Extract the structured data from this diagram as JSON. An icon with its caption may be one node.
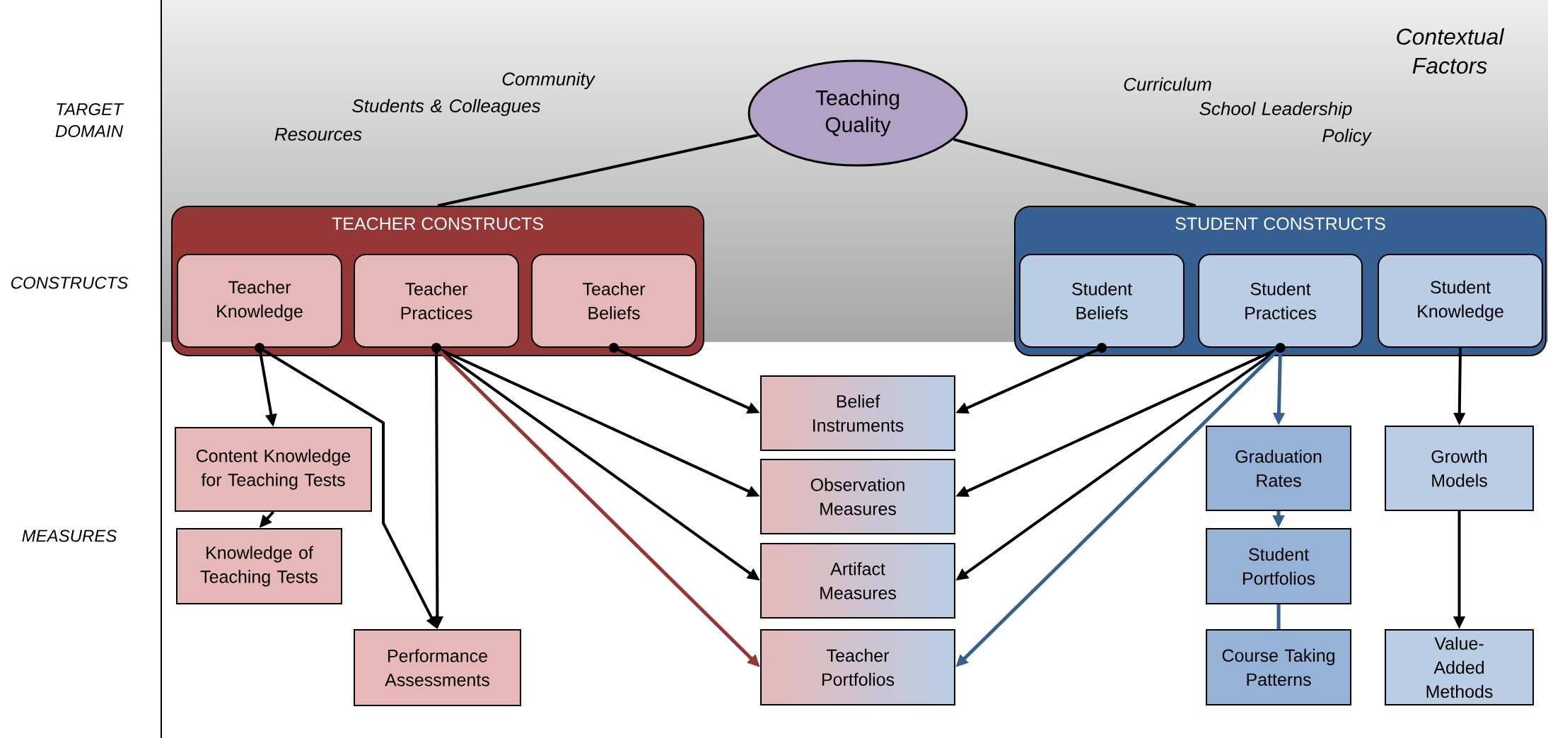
{
  "diagram": {
    "nodes": [
      {
        "text": [
          "Teaching Quality"
        ]
      },
      {
        "text": [
          "TEACHER CONSTRUCTS"
        ]
      },
      {
        "text": [
          "Teacher Knowledge"
        ],
        "in": 1
      },
      {
        "text": [
          "Teacher Practices"
        ],
        "in": 1
      },
      {
        "text": [
          "Teacher Beliefs"
        ],
        "in": 1
      },
      {
        "text": [
          "STUDENT CONSTRUCTS"
        ]
      },
      {
        "text": [
          "Student Beliefs"
        ],
        "in": 5
      },
      {
        "text": [
          "Student Practices"
        ],
        "in": 5
      },
      {
        "text": [
          "Student Knowledge"
        ],
        "in": 5
      },
      {
        "text": [
          "Content Knowledge for Teaching Tests"
        ]
      },
      {
        "text": [
          "Knowledge of Teaching Tests"
        ]
      },
      {
        "text": [
          "Performance Assessments"
        ]
      },
      {
        "text": [
          "Belief Instruments"
        ]
      },
      {
        "text": [
          "Observation Measures"
        ]
      },
      {
        "text": [
          "Artifact Measures"
        ]
      },
      {
        "text": [
          "Teacher Portfolios"
        ]
      },
      {
        "text": [
          "Graduation Rates"
        ]
      },
      {
        "text": [
          "Student Portfolios"
        ]
      },
      {
        "text": [
          "Course Taking Patterns"
        ]
      },
      {
        "text": [
          "Growth Models"
        ]
      },
      {
        "text": [
          "Value-Added Methods"
        ]
      }
    ],
    "edges": [
      {
        "from": 0,
        "to": 1,
        "arrow": "none"
      },
      {
        "from": 0,
        "to": 5,
        "arrow": "none"
      },
      {
        "from": 2,
        "to": 9,
        "arrow": "to"
      },
      {
        "from": 2,
        "to": 11,
        "arrow": "to"
      },
      {
        "from": 3,
        "to": 11,
        "arrow": "to"
      },
      {
        "from": 3,
        "to": 13,
        "arrow": "to"
      },
      {
        "from": 3,
        "to": 14,
        "arrow": "to"
      },
      {
        "from": 3,
        "to": 15,
        "arrow": "to",
        "color": "#943634"
      },
      {
        "from": 9,
        "to": 10,
        "arrow": "to"
      },
      {
        "from": 4,
        "to": 12,
        "arrow": "to"
      },
      {
        "from": 6,
        "to": 12,
        "arrow": "to"
      },
      {
        "from": 7,
        "to": 13,
        "arrow": "to"
      },
      {
        "from": 7,
        "to": 14,
        "arrow": "to"
      },
      {
        "from": 7,
        "to": 15,
        "arrow": "to",
        "color": "#376092"
      },
      {
        "from": 7,
        "to": 16,
        "arrow": "to",
        "color": "#376092"
      },
      {
        "from": 16,
        "to": 17,
        "arrow": "to",
        "color": "#376092"
      },
      {
        "from": 17,
        "to": 18,
        "arrow": "none",
        "color": "#376092"
      },
      {
        "from": 8,
        "to": 19,
        "arrow": "to"
      },
      {
        "from": 19,
        "to": 20,
        "arrow": "to"
      }
    ],
    "labels": [
      "Contextual Factors",
      "Community",
      "Students & Colleagues",
      "Resources",
      "Curriculum",
      "School Leadership",
      "Policy",
      "TARGET DOMAIN",
      "CONSTRUCTS",
      "MEASURES"
    ]
  }
}
